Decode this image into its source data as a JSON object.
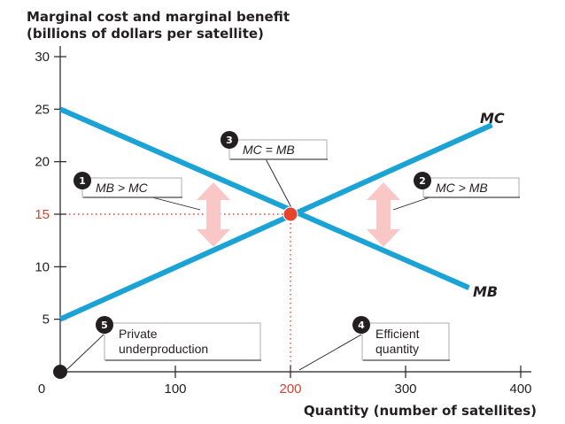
{
  "chart_data": {
    "type": "line",
    "title": "",
    "ylabel_line1": "Marginal cost and marginal benefit",
    "ylabel_line2": "(billions of dollars per satellite)",
    "xlabel": "Quantity (number of satellites)",
    "xlim": [
      0,
      400
    ],
    "ylim": [
      0,
      30
    ],
    "x_ticks": [
      {
        "value": 0,
        "label": "0"
      },
      {
        "value": 100,
        "label": "100"
      },
      {
        "value": 200,
        "label": "200"
      },
      {
        "value": 300,
        "label": "300"
      },
      {
        "value": 400,
        "label": "400"
      }
    ],
    "y_ticks": [
      {
        "value": 5,
        "label": "5"
      },
      {
        "value": 10,
        "label": "10"
      },
      {
        "value": 15,
        "label": "15"
      },
      {
        "value": 20,
        "label": "20"
      },
      {
        "value": 25,
        "label": "25"
      },
      {
        "value": 30,
        "label": "30"
      }
    ],
    "series": [
      {
        "name": "MC",
        "color": "#1ba3d6",
        "x": [
          0,
          375
        ],
        "y": [
          5,
          23.5
        ]
      },
      {
        "name": "MB",
        "color": "#1ba3d6",
        "x": [
          0,
          355
        ],
        "y": [
          25,
          8
        ]
      }
    ],
    "equilibrium": {
      "x": 200,
      "y": 15,
      "color": "#e8432d"
    },
    "origin_point": {
      "x": 0,
      "y": 0
    },
    "annotations": [
      {
        "number": "1",
        "text": "MB > MC"
      },
      {
        "number": "2",
        "text": "MC > MB"
      },
      {
        "number": "3",
        "text": "MC = MB"
      },
      {
        "number": "4",
        "text_line1": "Efficient",
        "text_line2": "quantity"
      },
      {
        "number": "5",
        "text_line1": "Private",
        "text_line2": "underproduction"
      }
    ],
    "grid": false,
    "arrow_color": "#f9c8c6"
  }
}
